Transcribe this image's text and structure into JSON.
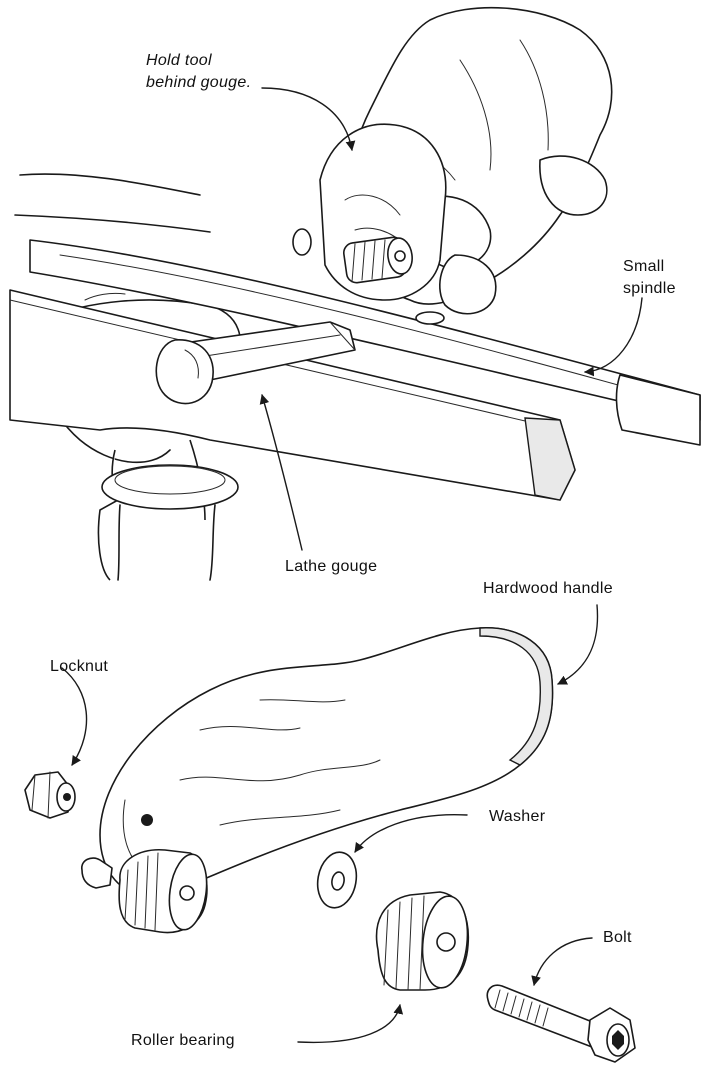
{
  "labels": {
    "hold_tool_line1": "Hold tool",
    "hold_tool_line2": "behind gouge.",
    "small_spindle_line1": "Small",
    "small_spindle_line2": "spindle",
    "lathe_gouge": "Lathe gouge",
    "hardwood_handle": "Hardwood handle",
    "locknut": "Locknut",
    "washer": "Washer",
    "bolt": "Bolt",
    "roller_bearing": "Roller bearing"
  },
  "colors": {
    "ink": "#1a1a1a",
    "paper": "#ffffff",
    "shade": "#e9e9e9"
  }
}
